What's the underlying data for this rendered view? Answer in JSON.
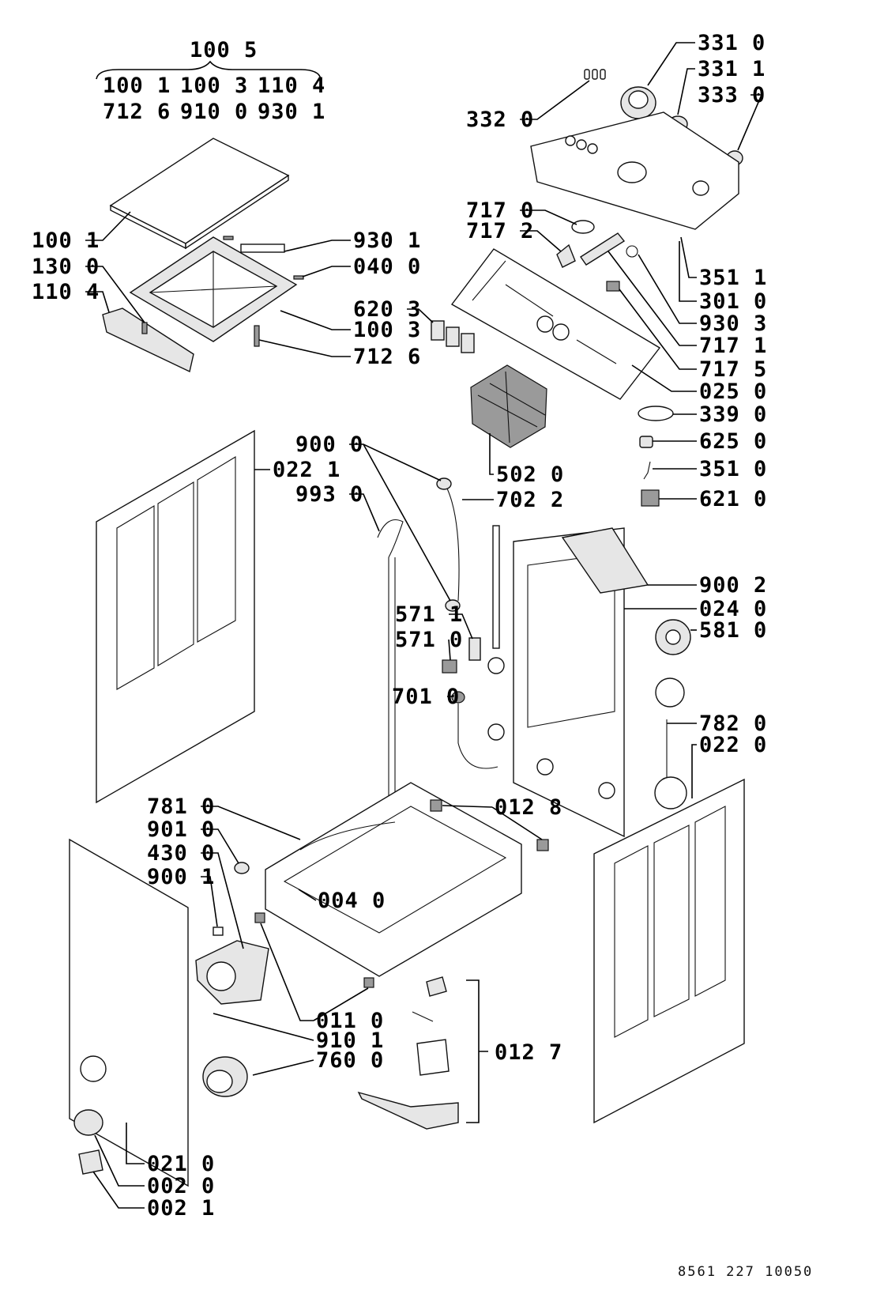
{
  "diagram": {
    "group_header": "100 5",
    "group_items": [
      "100 1",
      "100 3",
      "110 4",
      "712 6",
      "910 0",
      "930 1"
    ],
    "document_reference": "8561 227 10050",
    "part_labels": {
      "331_0": "331 0",
      "331_1": "331 1",
      "333_0": "333 0",
      "332_0": "332 0",
      "100_1": "100 1",
      "930_1": "930 1",
      "130_0": "130 0",
      "040_0": "040 0",
      "110_4": "110 4",
      "100_3": "100 3",
      "712_6": "712 6",
      "717_0": "717 0",
      "717_2": "717 2",
      "351_1": "351 1",
      "301_0": "301 0",
      "930_3": "930 3",
      "620_3": "620 3",
      "717_1": "717 1",
      "717_5": "717 5",
      "025_0": "025 0",
      "339_0": "339 0",
      "625_0": "625 0",
      "351_0": "351 0",
      "621_0": "621 0",
      "900_0": "900 0",
      "022_1": "022 1",
      "993_0": "993 0",
      "502_0": "502 0",
      "702_2": "702 2",
      "900_2": "900 2",
      "024_0": "024 0",
      "581_0": "581 0",
      "571_1": "571 1",
      "571_0": "571 0",
      "701_0": "701 0",
      "782_0": "782 0",
      "022_0": "022 0",
      "781_0": "781 0",
      "012_8": "012 8",
      "901_0": "901 0",
      "430_0": "430 0",
      "900_1": "900 1",
      "004_0": "004 0",
      "011_0": "011 0",
      "910_1": "910 1",
      "760_0": "760 0",
      "012_7": "012 7",
      "021_0": "021 0",
      "002_0": "002 0",
      "002_1": "002 1"
    }
  }
}
